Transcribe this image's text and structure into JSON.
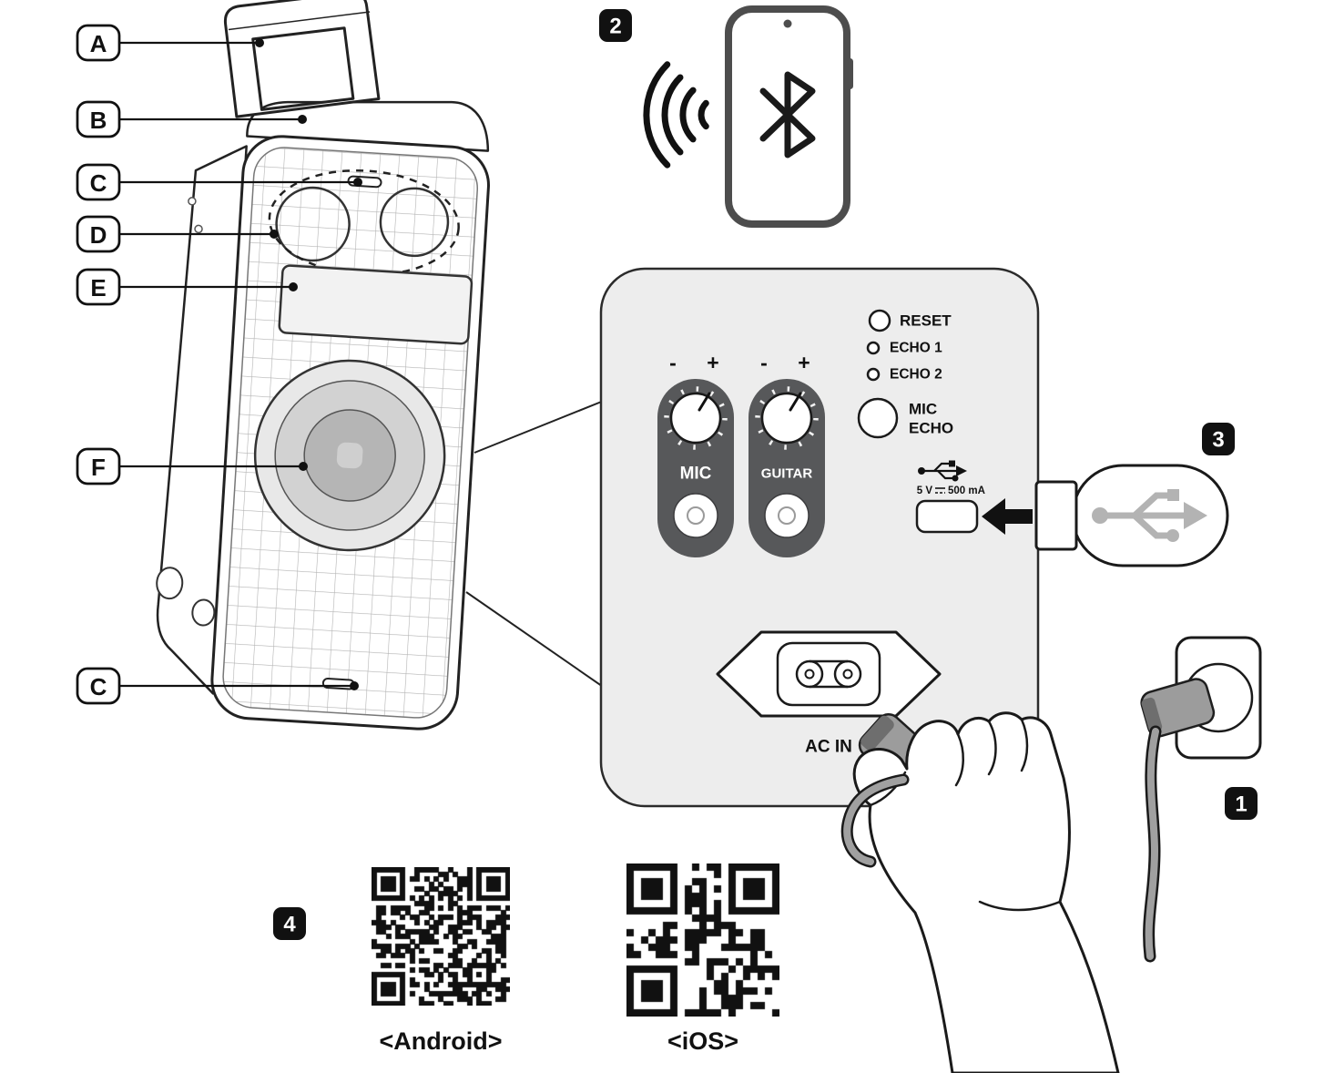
{
  "device_callouts": {
    "a": "A",
    "b": "B",
    "c": "C",
    "d": "D",
    "e": "E",
    "f": "F"
  },
  "steps": {
    "s1": "1",
    "s2": "2",
    "s3": "3",
    "s4": "4"
  },
  "rear_panel": {
    "reset_label": "RESET",
    "echo1_label": "ECHO 1",
    "echo2_label": "ECHO 2",
    "mic_echo_label_line1": "MIC",
    "mic_echo_label_line2": "ECHO",
    "knobs": {
      "mic": {
        "label": "MIC",
        "minus": "-",
        "plus": "+"
      },
      "guitar": {
        "label": "GUITAR",
        "minus": "-",
        "plus": "+"
      }
    },
    "usb": {
      "rating_voltage": "5 V",
      "rating_current": "500 mA"
    },
    "ac_in_label": "AC IN"
  },
  "qr_section": {
    "android_label": "<Android>",
    "ios_label": "<iOS>"
  },
  "icons": [
    "bluetooth-icon",
    "sound-waves-icon",
    "usb-icon",
    "usb-flash-drive-icon",
    "power-plug-icon",
    "wall-outlet-icon",
    "hand-icon",
    "qr-code-icon",
    "handle-icon",
    "woofer-icon"
  ],
  "colors": {
    "outline": "#1a1a1a",
    "panel_background": "#ededed",
    "knob_pill": "#57585a",
    "badge_background": "#111111",
    "cable_gray": "#a0a0a0",
    "plug_gray": "#9c9c9c"
  }
}
